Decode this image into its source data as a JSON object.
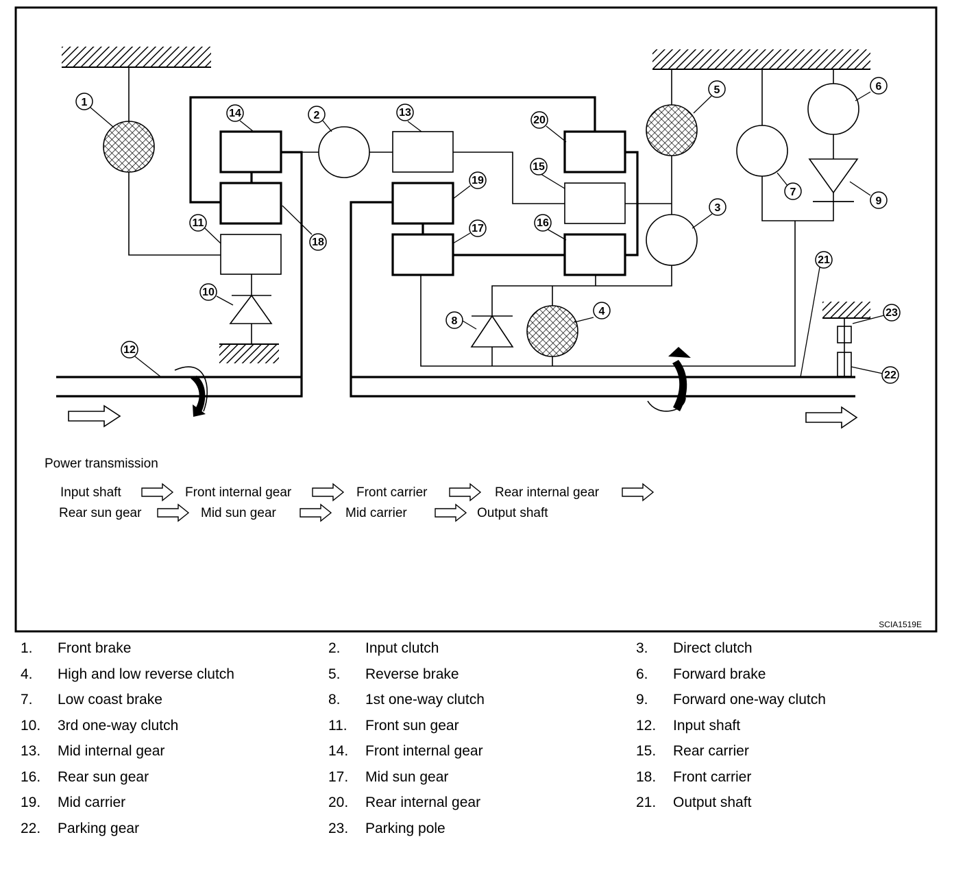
{
  "diagram": {
    "code": "SCIA1519E",
    "flow_title": "Power transmission",
    "flow_steps": [
      "Input shaft",
      "Front internal gear",
      "Front carrier",
      "Rear internal gear",
      "Rear sun gear",
      "Mid sun gear",
      "Mid carrier",
      "Output shaft"
    ],
    "callouts": [
      "1",
      "2",
      "3",
      "4",
      "5",
      "6",
      "7",
      "8",
      "9",
      "10",
      "11",
      "12",
      "13",
      "14",
      "15",
      "16",
      "17",
      "18",
      "19",
      "20",
      "21",
      "22",
      "23"
    ]
  },
  "legend": [
    {
      "num": "1.",
      "label": "Front brake"
    },
    {
      "num": "2.",
      "label": "Input clutch"
    },
    {
      "num": "3.",
      "label": "Direct clutch"
    },
    {
      "num": "4.",
      "label": "High and low reverse clutch"
    },
    {
      "num": "5.",
      "label": "Reverse brake"
    },
    {
      "num": "6.",
      "label": "Forward brake"
    },
    {
      "num": "7.",
      "label": "Low coast brake"
    },
    {
      "num": "8.",
      "label": "1st one-way clutch"
    },
    {
      "num": "9.",
      "label": "Forward one-way clutch"
    },
    {
      "num": "10.",
      "label": "3rd one-way clutch"
    },
    {
      "num": "11.",
      "label": "Front sun gear"
    },
    {
      "num": "12.",
      "label": "Input shaft"
    },
    {
      "num": "13.",
      "label": "Mid internal gear"
    },
    {
      "num": "14.",
      "label": "Front internal gear"
    },
    {
      "num": "15.",
      "label": "Rear carrier"
    },
    {
      "num": "16.",
      "label": "Rear sun gear"
    },
    {
      "num": "17.",
      "label": "Mid sun gear"
    },
    {
      "num": "18.",
      "label": "Front carrier"
    },
    {
      "num": "19.",
      "label": "Mid carrier"
    },
    {
      "num": "20.",
      "label": "Rear internal gear"
    },
    {
      "num": "21.",
      "label": "Output shaft"
    },
    {
      "num": "22.",
      "label": "Parking gear"
    },
    {
      "num": "23.",
      "label": "Parking pole"
    }
  ]
}
